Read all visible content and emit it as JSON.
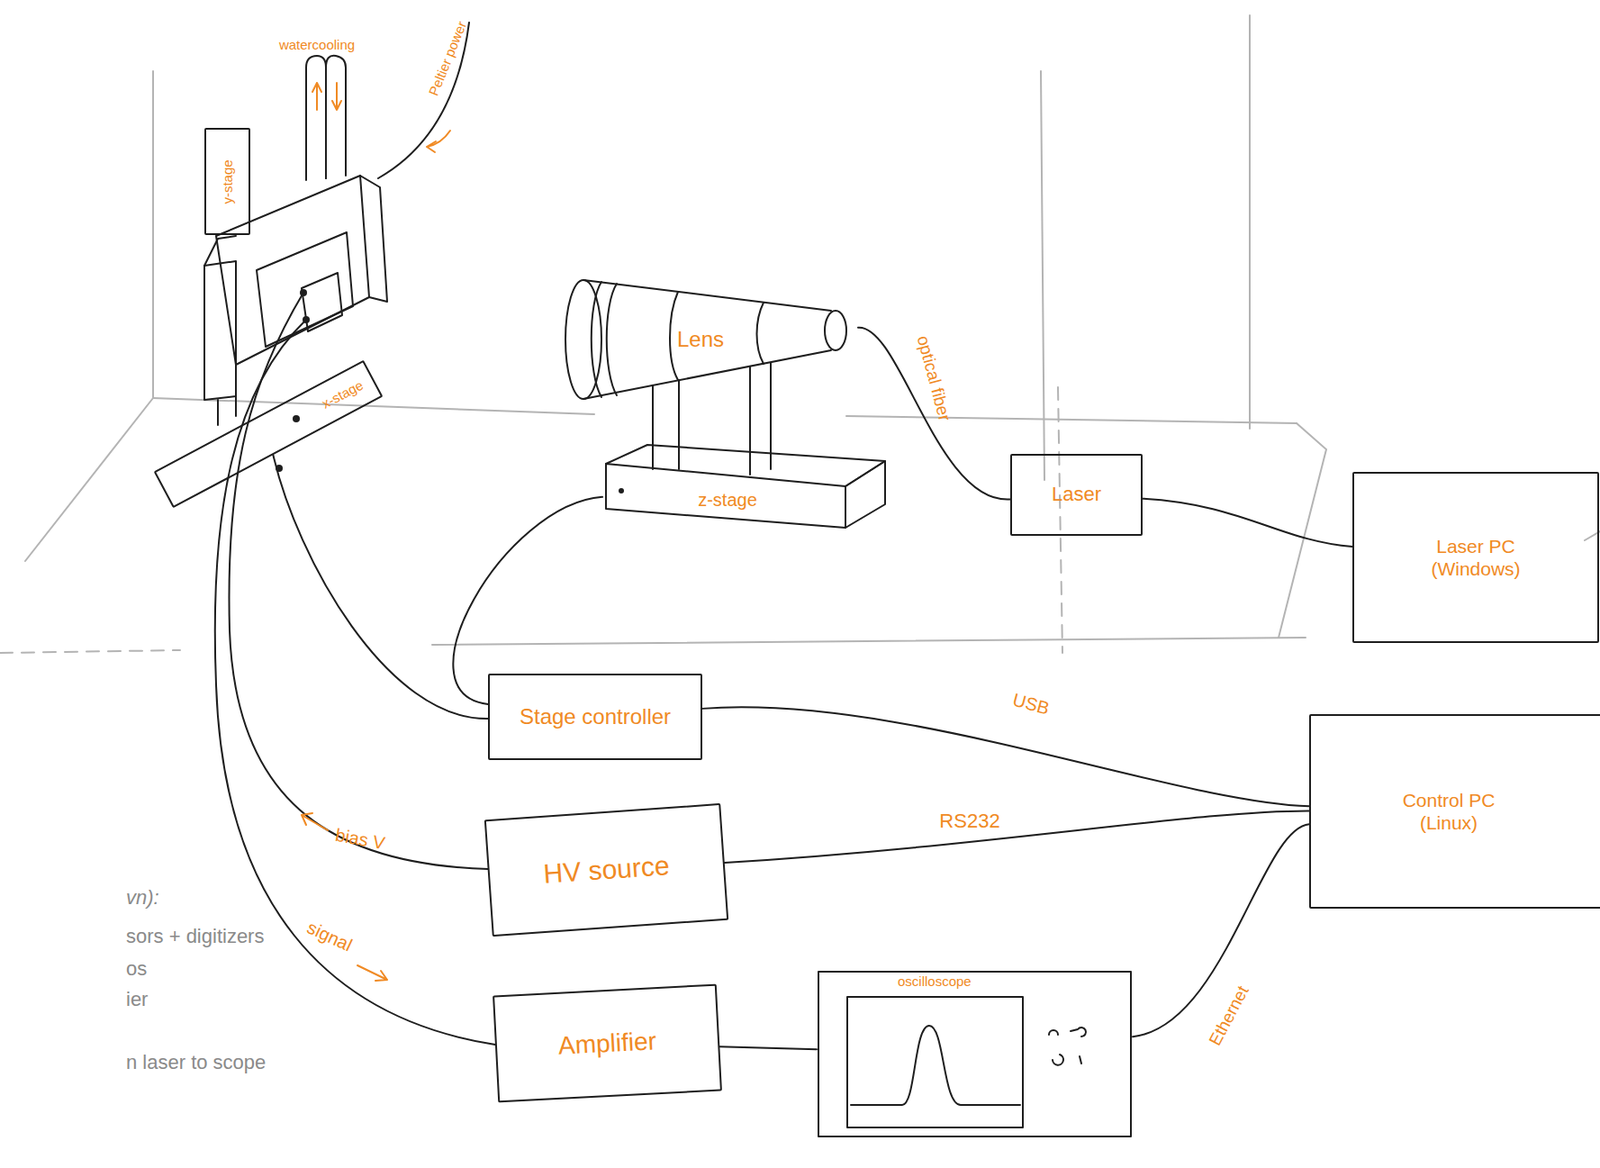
{
  "diagram": {
    "nodes": [
      {
        "text": [
          "y-stage"
        ]
      },
      {
        "text": [
          "x-stage"
        ]
      },
      {
        "text": [
          "Lens"
        ]
      },
      {
        "text": [
          "z-stage"
        ]
      },
      {
        "text": [
          "Laser"
        ]
      },
      {
        "text": [
          "Laser PC (Windows)"
        ]
      },
      {
        "text": [
          "Stage controller"
        ]
      },
      {
        "text": [
          "Control PC (Linux)"
        ]
      },
      {
        "text": [
          "HV source"
        ]
      },
      {
        "text": [
          "Amplifier"
        ]
      },
      {
        "text": [
          "oscilloscope"
        ]
      }
    ],
    "edges": [
      {
        "from": 4,
        "to": 2,
        "arrow": "none",
        "label": "optical fiber"
      },
      {
        "from": 4,
        "to": 5,
        "arrow": "none"
      },
      {
        "from": 6,
        "to": 7,
        "arrow": "none",
        "label": "USB"
      },
      {
        "from": 8,
        "to": 7,
        "arrow": "none",
        "label": "RS232"
      },
      {
        "from": 10,
        "to": 7,
        "arrow": "none",
        "label": "Ethernet"
      },
      {
        "from": 9,
        "to": 10,
        "arrow": "none"
      },
      {
        "from": 6,
        "to": 1,
        "arrow": "none"
      },
      {
        "from": 6,
        "to": 3,
        "arrow": "none"
      }
    ],
    "labels": [
      "watercooling",
      "Peltier power",
      "bias V",
      "signal",
      "vn):",
      "sors + digitizers",
      "os",
      "ier",
      "n laser to scope"
    ]
  }
}
